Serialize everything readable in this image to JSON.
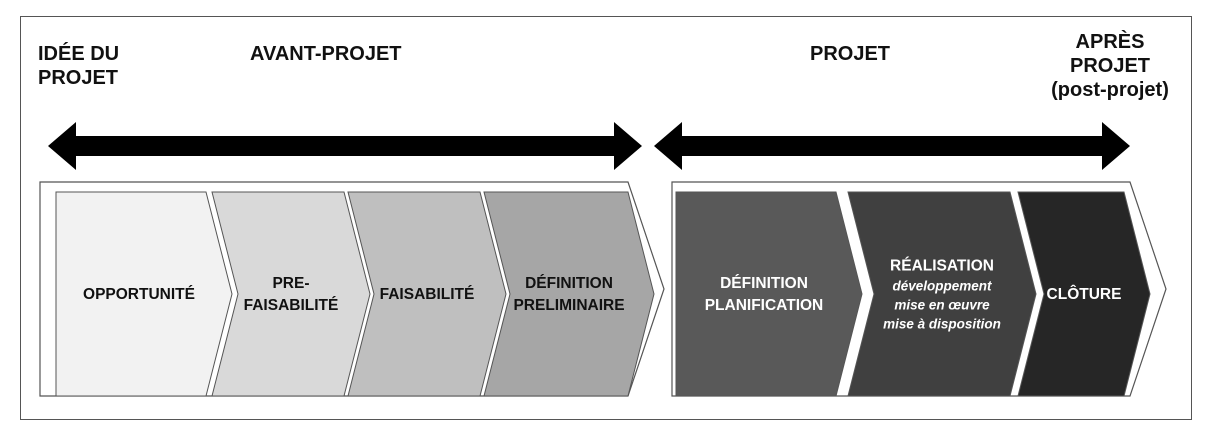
{
  "phases": {
    "idee": [
      "IDÉE DU",
      "PROJET"
    ],
    "avant_projet": "AVANT-PROJET",
    "projet": "PROJET",
    "apres": [
      "APRÈS",
      "PROJET",
      "(post-projet)"
    ]
  },
  "steps": [
    {
      "lines": [
        "OPPORTUNITÉ"
      ],
      "fill": "#f2f2f2",
      "text_color": "#111111"
    },
    {
      "lines": [
        "PRE-",
        "FAISABILITÉ"
      ],
      "fill": "#d9d9d9",
      "text_color": "#111111"
    },
    {
      "lines": [
        "FAISABILITÉ"
      ],
      "fill": "#bfbfbf",
      "text_color": "#111111"
    },
    {
      "lines": [
        "DÉFINITION",
        "PRELIMINAIRE"
      ],
      "fill": "#a6a6a6",
      "text_color": "#111111"
    },
    {
      "lines": [
        "DÉFINITION",
        "PLANIFICATION"
      ],
      "fill": "#595959",
      "text_color": "#ffffff"
    },
    {
      "lines": [
        "RÉALISATION"
      ],
      "sublines": [
        "développement",
        "mise en œuvre",
        "mise à disposition"
      ],
      "fill": "#404040",
      "text_color": "#ffffff"
    },
    {
      "lines": [
        "CLÔTURE"
      ],
      "fill": "#262626",
      "text_color": "#ffffff"
    }
  ],
  "colors": {
    "arrow": "#000000",
    "outline": "#555555"
  }
}
